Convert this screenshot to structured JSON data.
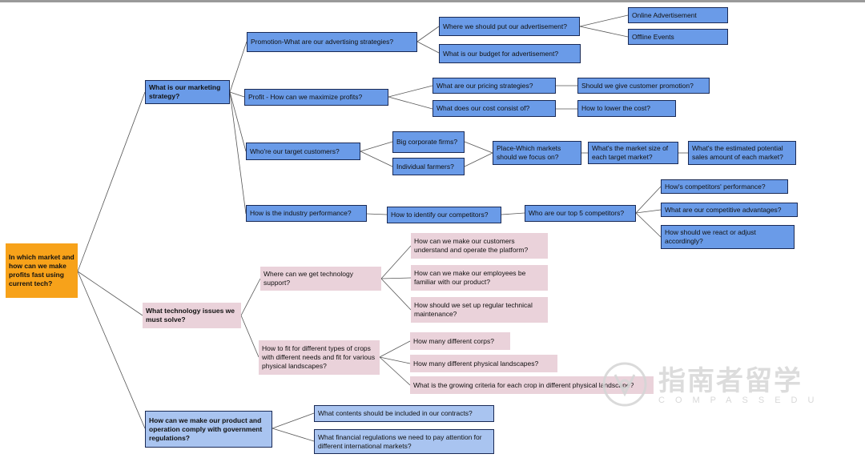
{
  "root": "In which market and how can we make profits fast using current tech?",
  "marketing": {
    "label": "What is our marketing strategy?",
    "promotion": "Promotion-What are our advertising strategies?",
    "where_ad": "Where we should put our advertisement?",
    "online_ad": "Online Advertisement",
    "offline_events": "Offline Events",
    "budget": "What is our budget for advertisement?",
    "profit": "Profit - How can we maximize profits?",
    "pricing": "What are our pricing strategies?",
    "customer_promo": "Should we give customer promotion?",
    "cost_consist": "What does our cost consist of?",
    "lower_cost": "How to lower the cost?",
    "target": "Who're our target customers?",
    "big_corp": "Big corporate firms?",
    "individual": "Individual farmers?",
    "place": "Place-Which markets should we focus on?",
    "market_size": "What's the market size of each target market?",
    "sales_potential": "What's the estimated potential sales amount of each market?",
    "industry": "How is the industry performance?",
    "identify": "How to identify our competitors?",
    "top5": "Who are our top 5 competitors?",
    "comp_perf": "How's competitors' performance?",
    "comp_adv": "What are our competitive advantages?",
    "react": "How should we react or adjust accordingly?"
  },
  "technology": {
    "label": "What technology issues we must solve?",
    "support": "Where can we get technology support?",
    "customers_understand": "How can we make our customers understand and operate the platform?",
    "employees_familiar": "How can we make our employees be familiar with our product?",
    "maintenance": " How should we set up regular technical maintenance?",
    "fit_crops": "How to fit for different types of crops with different needs and fit for various physical landscapes?",
    "corps": "How many different corps?",
    "landscapes": "How many different physical landscapes?",
    "criteria": "What is the growing criteria for each crop in different physical landscape?"
  },
  "compliance": {
    "label": "How can we make our product and operation comply with government regulations?",
    "contracts": "What contents should be included in our contracts?",
    "financial": "What financial regulations we need to pay attention for different international markets?"
  },
  "watermark": {
    "name": "指南者留学",
    "sub": "COMPASSEDU"
  },
  "colors": {
    "blue_node": "#6a9be8",
    "light_blue_node": "#a9c4f0",
    "pink_node": "#ead2da",
    "root_orange": "#f7a21a",
    "connector": "#555555"
  }
}
